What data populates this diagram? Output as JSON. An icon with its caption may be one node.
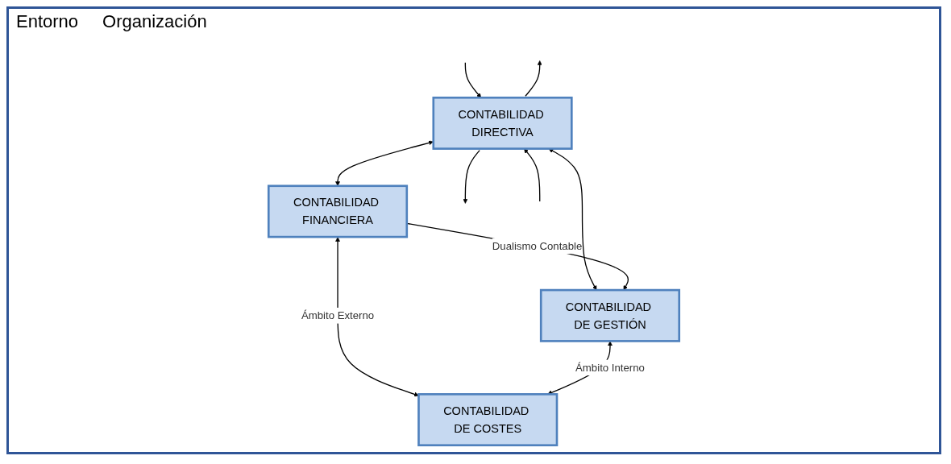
{
  "diagram": {
    "nodes": [
      {
        "text": [
          "CONTABILIDAD DIRECTIVA"
        ]
      },
      {
        "text": [
          "CONTABILIDAD FINANCIERA"
        ]
      },
      {
        "text": [
          "CONTABILIDAD DE GESTIÓN"
        ]
      },
      {
        "text": [
          "CONTABILIDAD DE COSTES"
        ]
      }
    ],
    "edges": [
      {
        "from": null,
        "to": 0,
        "arrow": "to"
      },
      {
        "from": 0,
        "to": null,
        "arrow": "to"
      },
      {
        "from": 0,
        "to": null,
        "arrow": "to"
      },
      {
        "from": null,
        "to": 0,
        "arrow": "to"
      },
      {
        "from": 0,
        "to": 1,
        "arrow": "both"
      },
      {
        "from": 0,
        "to": 2,
        "arrow": "both"
      },
      {
        "from": 1,
        "to": 2,
        "arrow": "to",
        "label": "Dualismo Contable"
      },
      {
        "from": 1,
        "to": 3,
        "arrow": "both",
        "label": "Ámbito Externo"
      },
      {
        "from": 2,
        "to": 3,
        "arrow": "both",
        "label": "Ámbito Interno"
      }
    ],
    "labels": [
      "Entorno",
      "Organización"
    ]
  }
}
